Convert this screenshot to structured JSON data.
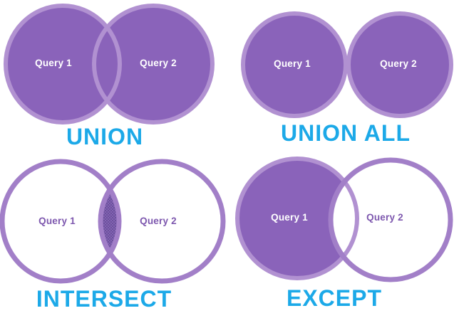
{
  "colors": {
    "circle_fill": "#8a63ba",
    "circle_ring": "#b191d1",
    "outline_stroke": "#a27fc8",
    "hatch_base": "#8d6cc0",
    "hatch_line": "#6a4f99",
    "caption_blue": "#1ca9e8",
    "label_on_fill": "#ffffff",
    "label_on_white": "#7d57ae",
    "background": "#ffffff"
  },
  "diagrams": [
    {
      "id": "union",
      "caption": "UNION",
      "left_label": "Query 1",
      "right_label": "Query 2",
      "depiction": "two overlapping circles, both fully filled purple"
    },
    {
      "id": "union-all",
      "caption": "UNION ALL",
      "left_label": "Query 1",
      "right_label": "Query 2",
      "depiction": "two separate non-overlapping circles, both filled purple"
    },
    {
      "id": "intersect",
      "caption": "INTERSECT",
      "left_label": "Query 1",
      "right_label": "Query 2",
      "depiction": "two overlapping outlined circles, only the overlap filled with purple crosshatch"
    },
    {
      "id": "except",
      "caption": "EXCEPT",
      "left_label": "Query 1",
      "right_label": "Query 2",
      "depiction": "left circle filled purple except the overlap; right circle outlined only"
    }
  ]
}
